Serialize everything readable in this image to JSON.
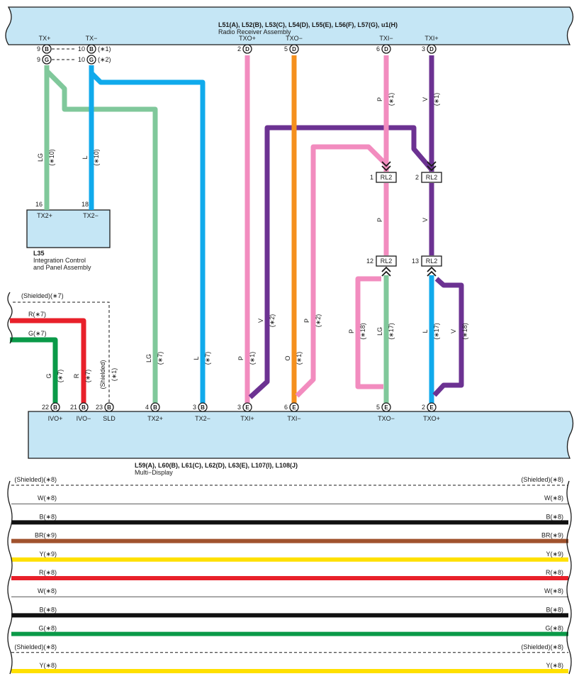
{
  "top_connector": {
    "codes": "L51(A), L52(B), L53(C), L54(D), L55(E), L56(F), L57(G), u1(H)",
    "name": "Radio Receiver Assembly",
    "pins": [
      {
        "label": "TX+",
        "num": "9",
        "code": "B",
        "note": ""
      },
      {
        "label": "",
        "num": "9",
        "code": "G",
        "note": ""
      },
      {
        "label": "TX−",
        "num": "10",
        "code": "B",
        "note": "(∗1)"
      },
      {
        "label": "",
        "num": "10",
        "code": "G",
        "note": "(∗2)"
      },
      {
        "label": "TXO+",
        "num": "2",
        "code": "D",
        "note": ""
      },
      {
        "label": "TXO−",
        "num": "5",
        "code": "D",
        "note": ""
      },
      {
        "label": "TXI−",
        "num": "6",
        "code": "D",
        "note": ""
      },
      {
        "label": "TXI+",
        "num": "3",
        "code": "D",
        "note": ""
      }
    ]
  },
  "l35": {
    "id": "L35",
    "name_line1": "Integration Control",
    "name_line2": "and Panel Assembly",
    "pins": [
      {
        "num": "16",
        "label": "TX2+"
      },
      {
        "num": "18",
        "label": "TX2−"
      }
    ]
  },
  "bottom_connector": {
    "codes": "L59(A), L60(B), L61(C), L62(D), L63(E), L107(I), L108(J)",
    "name": "Multi−Display",
    "pins": [
      {
        "num": "22",
        "code": "B",
        "label": "IVO+"
      },
      {
        "num": "21",
        "code": "B",
        "label": "IVO−"
      },
      {
        "num": "23",
        "code": "B",
        "label": "SLD"
      },
      {
        "num": "4",
        "code": "B",
        "label": "TX2+"
      },
      {
        "num": "3",
        "code": "B",
        "label": "TX2−"
      },
      {
        "num": "3",
        "code": "E",
        "label": "TXI+"
      },
      {
        "num": "6",
        "code": "E",
        "label": "TXI−"
      },
      {
        "num": "5",
        "code": "E",
        "label": "TXO−"
      },
      {
        "num": "2",
        "code": "E",
        "label": "TXO+"
      }
    ]
  },
  "relays": [
    {
      "num": "1",
      "label": "RL2"
    },
    {
      "num": "2",
      "label": "RL2"
    },
    {
      "num": "12",
      "label": "RL2"
    },
    {
      "num": "13",
      "label": "RL2"
    }
  ],
  "wire_labels": {
    "lg_10": "LG",
    "lg_10_note": "(∗10)",
    "l_10": "L",
    "l_10_note": "(∗10)",
    "p_1_top": "P",
    "p_1_top_note": "(∗1)",
    "v_1_top": "V",
    "v_1_top_note": "(∗1)",
    "p_mid": "P",
    "v_mid": "V",
    "v_2": "V",
    "v_2_note": "(∗2)",
    "p_2": "P",
    "p_2_note": "(∗2)",
    "p_18": "P",
    "p_18_note": "(∗18)",
    "lg_17": "LG",
    "lg_17_note": "(∗17)",
    "l_17": "L",
    "l_17_note": "(∗17)",
    "v_18": "V",
    "v_18_note": "(∗18)",
    "lg_7": "LG",
    "lg_7_note": "(∗7)",
    "l_7": "L",
    "l_7_note": "(∗7)",
    "p_1_low": "P",
    "p_1_low_note": "(∗1)",
    "o_1": "O",
    "o_1_note": "(∗1)",
    "g_7": "G",
    "g_7_note": "(∗7)",
    "r_7": "R",
    "r_7_note": "(∗7)",
    "shielded_1": "(Shielded)",
    "shielded_1_note": "(∗1)"
  },
  "left_cable": {
    "shield": "(Shielded)(∗7)",
    "red": "R(∗7)",
    "green": "G(∗7)"
  },
  "bottom_wires": [
    {
      "label": "(Shielded)(∗8)",
      "color": "#1a1a1a",
      "kind": "shield"
    },
    {
      "label": "W(∗8)",
      "color": "#1a1a1a",
      "kind": "white"
    },
    {
      "label": "B(∗8)",
      "color": "#111111",
      "kind": "solid"
    },
    {
      "label": "BR(∗9)",
      "color": "#a0522d",
      "kind": "solid"
    },
    {
      "label": "Y(∗9)",
      "color": "#ffe000",
      "kind": "solid"
    },
    {
      "label": "R(∗8)",
      "color": "#e8202a",
      "kind": "solid"
    },
    {
      "label": "W(∗8)",
      "color": "#1a1a1a",
      "kind": "white"
    },
    {
      "label": "B(∗8)",
      "color": "#111111",
      "kind": "solid"
    },
    {
      "label": "G(∗8)",
      "color": "#0a9a48",
      "kind": "solid"
    },
    {
      "label": "(Shielded)(∗8)",
      "color": "#1a1a1a",
      "kind": "shield"
    },
    {
      "label": "Y(∗8)",
      "color": "#ffe000",
      "kind": "solid"
    }
  ],
  "colors": {
    "connector_fill": "#c5e6f5",
    "lg": "#80c89b",
    "l": "#10aaec",
    "p": "#f28cbf",
    "o": "#f5901e",
    "v": "#6c3292",
    "r": "#e8202a",
    "g": "#0a9a48"
  }
}
